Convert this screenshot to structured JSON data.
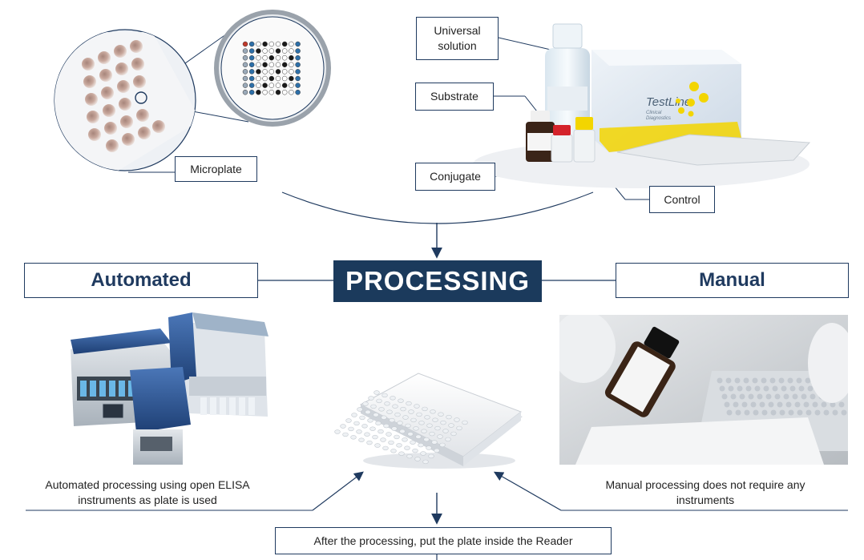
{
  "labels": {
    "microplate": "Microplate",
    "universal_solution": "Universal solution",
    "substrate": "Substrate",
    "conjugate": "Conjugate",
    "control": "Control"
  },
  "processing": {
    "title": "PROCESSING",
    "automated": "Automated",
    "manual": "Manual"
  },
  "captions": {
    "automated": "Automated processing using open ELISA instruments as plate is used",
    "manual": "Manual processing does not require any instruments",
    "reader": "After the processing, put the plate inside the Reader"
  },
  "kit": {
    "brand": "TestLine",
    "sub1": "Clinical",
    "sub2": "Diagnostics"
  },
  "colors": {
    "navy": "#1b3a5c",
    "line": "#1f3a5f",
    "kit_accent": "#f3d500"
  }
}
